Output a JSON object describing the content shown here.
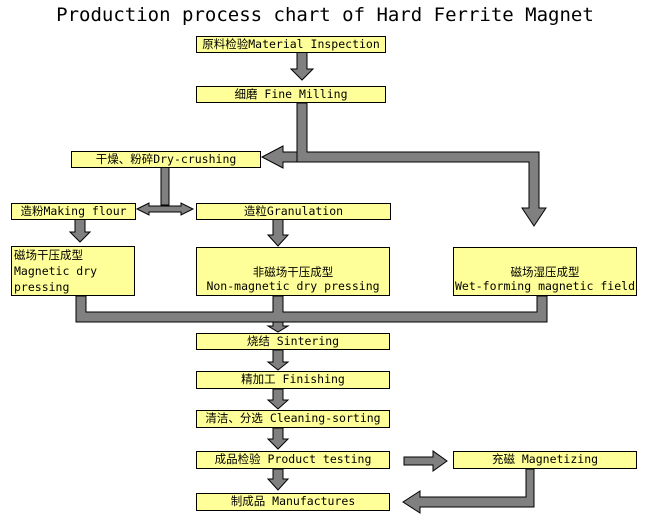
{
  "title": "Production process chart of Hard Ferrite Magnet",
  "nodes": {
    "material_inspection": "原料检验Material Inspection",
    "fine_milling": "细磨 Fine Milling",
    "dry_crushing": "干燥、粉碎Dry-crushing",
    "making_flour": "造粉Making flour",
    "granulation": "造粒Granulation",
    "magnetic_dry": {
      "line1": "磁场干压成型",
      "line2": "Magnetic dry",
      "line3": "pressing"
    },
    "non_magnetic_dry": {
      "line1": "非磁场干压成型",
      "line2": "Non-magnetic dry pressing"
    },
    "wet_forming": {
      "line1": "磁场湿压成型",
      "line2": "Wet-forming magnetic field"
    },
    "sintering": "烧结 Sintering",
    "finishing": "精加工 Finishing",
    "cleaning_sorting": "清洁、分选 Cleaning-sorting",
    "product_testing": "成品检验 Product testing",
    "magnetizing": "充磁 Magnetizing",
    "manufactures": "制成品 Manufactures"
  },
  "colors": {
    "box_fill": "#ffff99",
    "connector_fill": "#808080",
    "border": "#000000"
  }
}
